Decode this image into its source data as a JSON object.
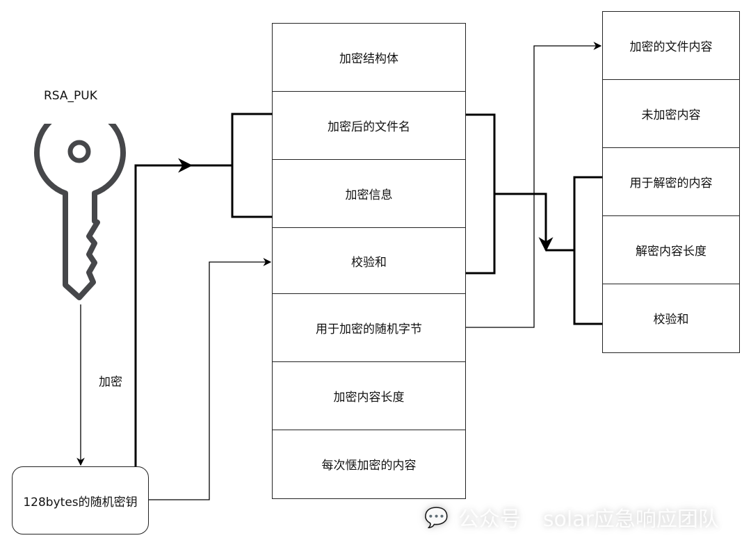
{
  "key_icon": {
    "label": "RSA_PUK"
  },
  "edge_label_encrypt": "加密",
  "random_key_box": {
    "label": "128bytes的随机密钥"
  },
  "encrypted_struct": {
    "cells": [
      "加密结构体",
      "加密后的文件名",
      "加密信息",
      "校验和",
      "用于加密的随机字节",
      "加密内容长度",
      "每次惬加密的内容"
    ]
  },
  "file_content": {
    "cells": [
      "加密的文件内容",
      "未加密内容",
      "用于解密的内容",
      "解密内容长度",
      "校验和"
    ]
  },
  "watermark": {
    "icon": "wechat-icon",
    "text1": "公众号",
    "text2": "solar应急响应团队"
  },
  "colors": {
    "stroke": "#000000",
    "box_border": "#222222",
    "key_icon": "#46474a"
  }
}
